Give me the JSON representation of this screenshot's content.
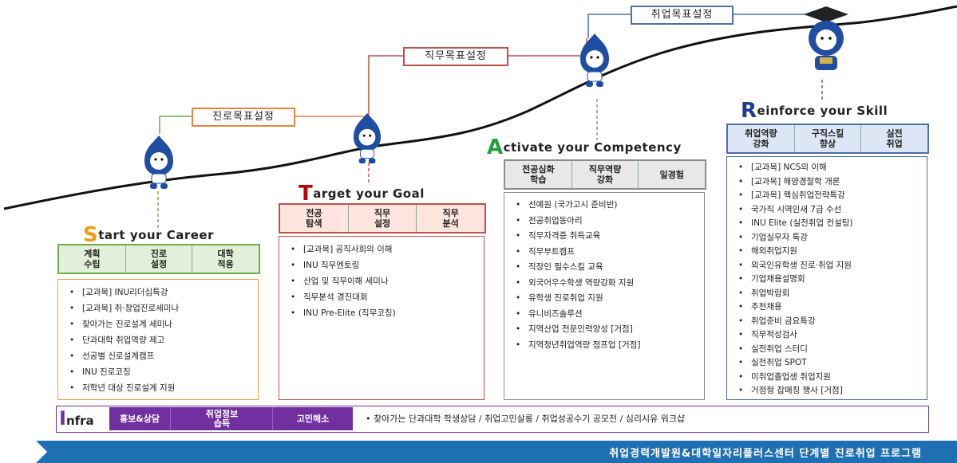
{
  "steps": {
    "career_goal": "진로목표설정",
    "job_goal": "직무목표설정",
    "employment_goal": "취업목표설정"
  },
  "stages": [
    {
      "letter": "S",
      "rest": "tart your Career",
      "letter_color": "#f39c12",
      "tabs": [
        "계획\n수립",
        "진로\n설정",
        "대학\n적응"
      ],
      "items": [
        "[교과목] INU리더십특강",
        "[교과목] 취·창업진로세미나",
        "찾아가는 진로설계 세미나",
        "단과대학 취업역량 제고",
        "선공별 신로설계캠프",
        "INU 진로코칭",
        "저학년 대상 진로설계 지원"
      ]
    },
    {
      "letter": "T",
      "rest": "arget your Goal",
      "letter_color": "#c00000",
      "tabs": [
        "전공\n탐색",
        "직무\n설정",
        "직무\n분석"
      ],
      "items": [
        "[교과목] 공직사회의 이해",
        "INU 직무멘토링",
        "산업 및 직무이해 세미나",
        "직무분석 경진대회",
        "INU Pre-Elite (직무코칭)"
      ]
    },
    {
      "letter": "A",
      "rest": "ctivate your Competency",
      "letter_color": "#22a03c",
      "tabs": [
        "전공심화\n학습",
        "직무역량\n강화",
        "일경험"
      ],
      "items": [
        "선예원 (국가고시 준비반)",
        "전공취업동아리",
        "직무자격증 취득교육",
        "직무부트캠프",
        "직장인 필수스킬 교육",
        "외국어우수학생 역량강화 지원",
        "유학생 진로취업 지원",
        "유니비즈솔루션",
        "지역산업 전문인력양성 [거점]",
        "지역청년취업역량 점프업 [거점]"
      ]
    },
    {
      "letter": "R",
      "rest": "einforce your Skill",
      "letter_color": "#1f3a93",
      "tabs": [
        "취업역량\n강화",
        "구직스킬\n향상",
        "실전\n취업"
      ],
      "items": [
        "[교과목] NCS의 이해",
        "[교과목] 해양경찰학 개론",
        "[교과목] 핵심취업전략특강",
        "국가직 시역인새 7급 수선",
        "INU Elite (실전취업 컨설팅)",
        "기업실무자 특강",
        "해외취업지원",
        "외국인유학생 진로·취업 지원",
        "기업채용설명회",
        "취업박람회",
        "추천채용",
        "취업준비 금요특강",
        "직무적성검사",
        "실전취업 스터디",
        "실전취업 SPOT",
        "미취업졸업생 취업지원",
        "거점형 잡매칭 행사 [거점]"
      ]
    }
  ],
  "infra": {
    "letter": "I",
    "rest": "nfra",
    "tabs": [
      "홍보&상담",
      "취업정보\n습득",
      "고민해소"
    ],
    "text": "•  찾아가는 단과대학 학생상담  /  취업고민살롱  /  취업성공수기 공모전  /  심리시유 워크샵"
  },
  "banner": "취업경력개발원&대학일자리플러스센터 단계별 진로취업 프로그램",
  "colors": {
    "green": "#70ad47",
    "green_bg": "#e2efda",
    "red": "#c0504d",
    "red_bg": "#fde4dc",
    "gray": "#8c8c8c",
    "gray_bg": "#e8e8e8",
    "blue": "#4f6fa8",
    "blue_bg": "#dde6f5",
    "purple": "#7030a0",
    "banner": "#1f6fb3"
  },
  "icons": [
    "mascot-lion-icon",
    "mascot-graduate-icon",
    "banner-arrow-icon"
  ]
}
